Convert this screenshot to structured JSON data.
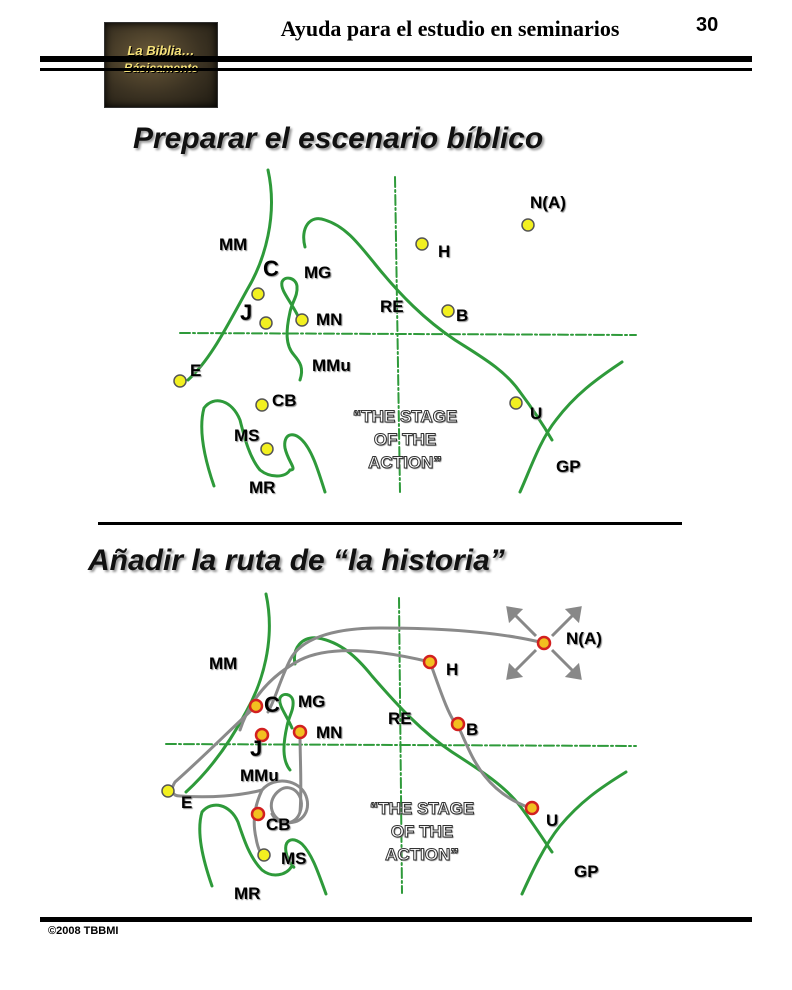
{
  "header": {
    "logo_line1": "La Biblia…",
    "logo_line2": "Básicamente",
    "title": "Ayuda para el estudio en seminarios",
    "page_number": "30"
  },
  "section1": {
    "title": "Preparar el escenario bíblico",
    "stage_text": [
      "“THE STAGE",
      "OF THE",
      "ACTION”"
    ],
    "labels": {
      "MM": "MM",
      "C": "C",
      "MG": "MG",
      "J": "J",
      "MN": "MN",
      "MMu": "MMu",
      "E": "E",
      "CB": "CB",
      "MS": "MS",
      "MR": "MR",
      "RE": "RE",
      "H": "H",
      "B": "B",
      "NA": "N(A)",
      "U": "U",
      "GP": "GP"
    }
  },
  "section2": {
    "title": "Añadir la ruta de “la historia”",
    "stage_text": [
      "“THE STAGE",
      "OF THE",
      "ACTION”"
    ],
    "labels": {
      "MM": "MM",
      "C": "C",
      "MG": "MG",
      "J": "J",
      "MN": "MN",
      "MMu": "MMu",
      "E": "E",
      "CB": "CB",
      "MS": "MS",
      "MR": "MR",
      "RE": "RE",
      "H": "H",
      "B": "B",
      "NA": "N(A)",
      "U": "U",
      "GP": "GP"
    }
  },
  "footer": {
    "copyright": "©2008 TBBMI"
  },
  "colors": {
    "coast": "#2e9a3a",
    "gridline": "#2e9a3a",
    "route": "#8a8a8a",
    "dot_yellow": "#f2f020",
    "dot_red_ring": "#d22020"
  }
}
